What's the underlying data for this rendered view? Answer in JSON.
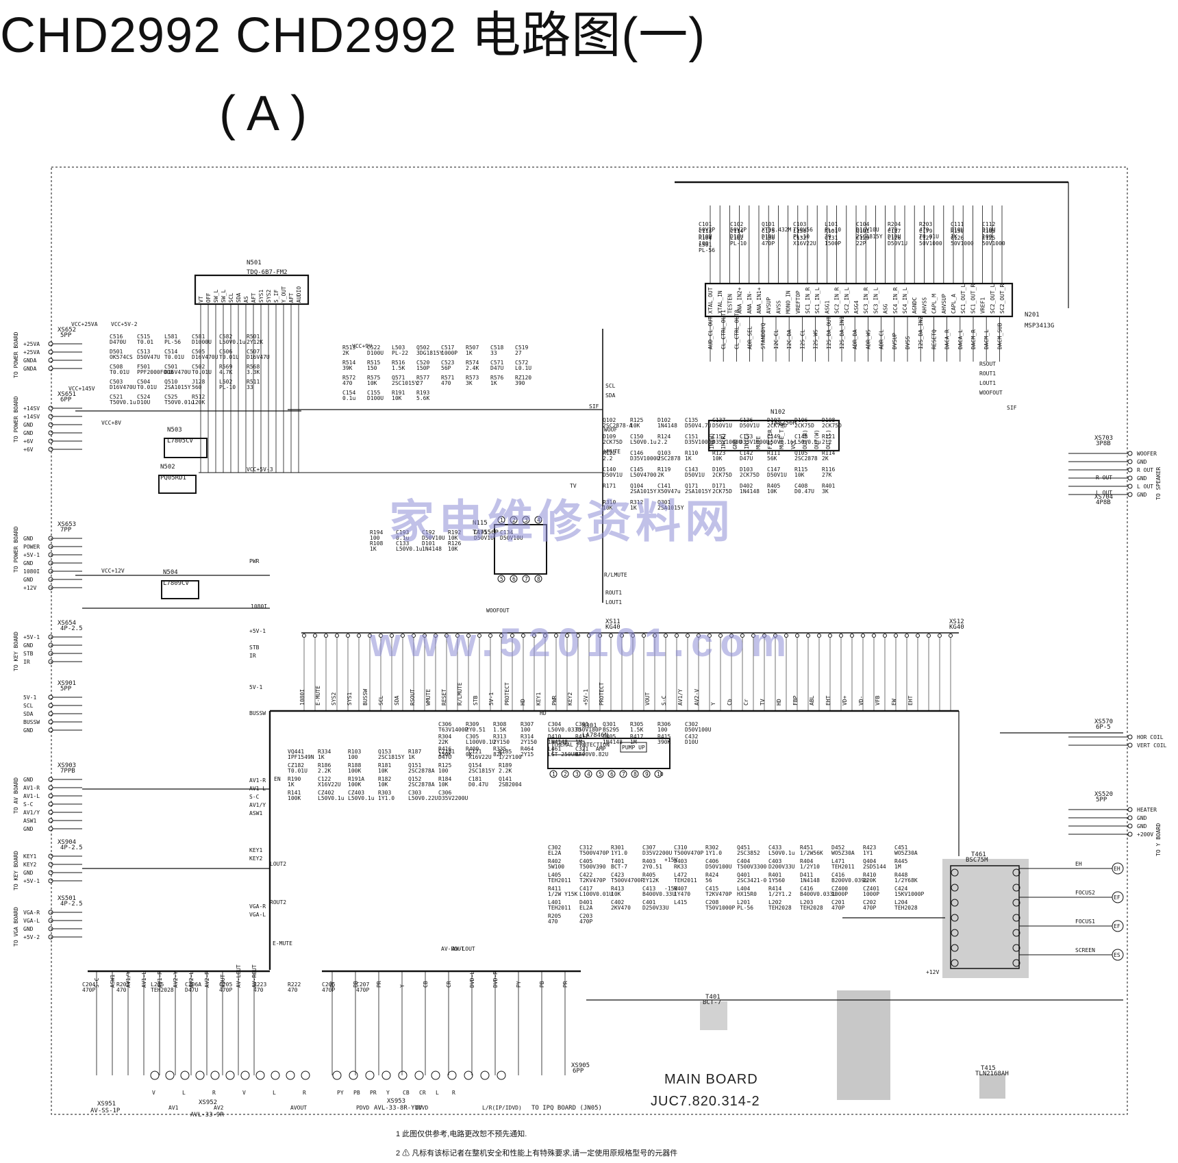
{
  "header": {
    "title": "CHD2992 CHD2992 电路图(一)",
    "subtitle": "( A )"
  },
  "board": {
    "name": "MAIN BOARD",
    "code": "JUC7.820.314-2"
  },
  "watermark": {
    "cn": "家电维修资料网",
    "url": "www.520101.com"
  },
  "ics": {
    "n501": {
      "ref": "N501",
      "part": "TDQ-6B7-FM2"
    },
    "n201": {
      "ref": "N201",
      "part": "MSP3413G"
    },
    "n102": {
      "ref": "N102",
      "part": "TA8256H"
    },
    "n503": {
      "ref": "N503",
      "part": "L7805CV"
    },
    "n502": {
      "ref": "N502",
      "part": "PQ05RD1"
    },
    "n504": {
      "ref": "N504",
      "part": "L7809CV"
    },
    "n115": {
      "ref": "N115",
      "part": "TA7556P"
    },
    "n301": {
      "ref": "N301",
      "part": "LA7846N"
    }
  },
  "connectors": {
    "left": [
      {
        "ref": "XS652",
        "pins": "5PP",
        "to": "TO POWER BOARD",
        "sig": [
          "+25VA",
          "+25VA",
          "GNDA",
          "GNDA"
        ]
      },
      {
        "ref": "XS651",
        "pins": "6PP",
        "to": "TO POWER BOARD",
        "sig": [
          "+14SV",
          "+14SV",
          "GND",
          "GND",
          "+6V",
          "+6V"
        ]
      },
      {
        "ref": "XS653",
        "pins": "7PP",
        "to": "TO POWER BOARD",
        "sig": [
          "GND",
          "POWER",
          "+5V-1",
          "GND",
          "1080I",
          "GND",
          "+12V"
        ]
      },
      {
        "ref": "XS654",
        "pins": "4P-2.5",
        "to": "TO KEY BOARD",
        "sig": [
          "+5V-1",
          "GND",
          "STB",
          "IR"
        ]
      },
      {
        "ref": "XS901",
        "pins": "5PP",
        "to": "",
        "sig": [
          "5V-1",
          "SCL",
          "SDA",
          "BUSSW",
          "GND"
        ]
      },
      {
        "ref": "XS903",
        "pins": "7PPB",
        "to": "TO AV BOARD",
        "sig": [
          "GND",
          "AV1-R",
          "AV1-L",
          "S-C",
          "AV1/Y",
          "ASW1",
          "GND"
        ]
      },
      {
        "ref": "XS904",
        "pins": "4P-2.5",
        "to": "TO KEY BOARD",
        "sig": [
          "KEY1",
          "KEY2",
          "GND",
          "+5V-1"
        ]
      },
      {
        "ref": "XS501",
        "pins": "4P-2.5",
        "to": "TO VGA BOARD",
        "sig": [
          "VGA-R",
          "VGA-L",
          "GND",
          "+5V-2"
        ]
      }
    ],
    "right": [
      {
        "ref": "XS703",
        "pins": "3P8B",
        "to": "TO SPEAKER",
        "sig": [
          "WOOFER",
          "GND",
          "R OUT",
          "GND",
          "L OUT",
          "GND"
        ]
      },
      {
        "ref": "XS704",
        "pins": "4P8B",
        "to": "",
        "sig": []
      },
      {
        "ref": "XS570",
        "pins": "6P-5",
        "to": "",
        "sig": [
          "HOR COIL",
          "VERT COIL"
        ]
      },
      {
        "ref": "XS520",
        "pins": "5PP",
        "to": "TO Y BOARD",
        "sig": [
          "HEATER",
          "GND",
          "GND",
          "+200V"
        ]
      }
    ],
    "xs11": {
      "ref": "XS11",
      "pins": "KG40"
    },
    "xs12": {
      "ref": "XS12",
      "pins": "KG40"
    }
  },
  "bus_left": [
    "1080I",
    "E-MUTE",
    "SYS2",
    "SYS1",
    "BUSSW",
    "SCL",
    "SDA",
    "RSOUT",
    "WMUTE",
    "RESET",
    "R/LMUTE",
    "STB",
    "5V-1",
    "PROTECT",
    "HD",
    "KEY1",
    "PWR",
    "KEY2",
    "+5V-1",
    "PROTECT"
  ],
  "bus_right": [
    "VOUT",
    "S-C",
    "AV1/Y",
    "AV2-V",
    "Y",
    "Cb",
    "Cr",
    "TV",
    "HD",
    "FBP",
    "ABL",
    "EHT",
    "VD+",
    "VD-",
    "VFB",
    "EW",
    "EHT"
  ],
  "outputs_bottom": {
    "xs951": {
      "ref": "XS951",
      "part": "AV-SS-1P"
    },
    "xs952": {
      "ref": "XS952",
      "part": "AVL-33-9R"
    },
    "xs953": {
      "ref": "XS953",
      "part": "AVL-33-8R-YUV"
    },
    "xs905": {
      "ref": "XS905",
      "pins": "6PP",
      "to": "TO IPQ BOARD (JN05)"
    },
    "groups": [
      "AV1",
      "AV2",
      "AVOUT",
      "PDVD",
      "IDVD",
      "L/R(IP/IDVD)"
    ],
    "pinnames": [
      "V",
      "L",
      "R",
      "V",
      "L",
      "R",
      "PY",
      "PB",
      "PR",
      "Y",
      "CB",
      "CR",
      "L",
      "R"
    ],
    "lines_left": [
      "S-C",
      "ASW1",
      "AV1/Y",
      "AV1-L",
      "AV1-R",
      "AV2-Y",
      "AV2-L",
      "AV2-R",
      "VOUT",
      "AV-LOUT",
      "AV-ROUT"
    ],
    "lines_right": [
      "PY",
      "PB",
      "PR",
      "Y",
      "CB",
      "CR",
      "DVD-L",
      "DVD-R",
      "PY",
      "PB",
      "PR"
    ]
  },
  "transformers": {
    "t461": {
      "ref": "T461",
      "part": "BSC75M"
    },
    "t401": {
      "ref": "T401",
      "part": "BCT-7"
    },
    "t415": {
      "ref": "T415",
      "part": "TLN2168AH"
    },
    "pins": [
      "EH",
      "FOCUS2",
      "FOCUS1",
      "SCREEN"
    ],
    "labels": [
      "EH",
      "EF",
      "EF",
      "ES"
    ]
  },
  "components": [
    "C101 50V2P",
    "C102 50V2P",
    "Q101 XT18.432M",
    "C103 T50V56",
    "L101 PL-10",
    "C104 D16V10U",
    "R204 470",
    "R203 470",
    "C111 D10U",
    "C112 D10U",
    "C113 D10U",
    "C114 D10U",
    "C175 D10U",
    "L150 PL-10",
    "R101 39",
    "Q101 2SC1815Y",
    "C117 D10U",
    "C179 T0.01U",
    "R150 1K",
    "R105 100",
    "R104 100",
    "L102 PL-10",
    "C130 470P",
    "C132 X16V22U",
    "C131 1500P",
    "C129 22P",
    "C126 D50V1U",
    "C127 50V1000",
    "C126 50V1000",
    "C125 50V1000",
    "L501 PL-56",
    "C516 D470U",
    "C515 T0.01",
    "L581 PL-56",
    "C581 D1000U",
    "C582 L50V0.1u",
    "R501 2Y12K",
    "D501 OK574CS",
    "C513 D50V47U",
    "C514 T0.01U",
    "C505 D16V470U",
    "C506 T0.01U",
    "C507 D16V47U",
    "C508 T0.01U",
    "F501 PPF2000F008",
    "C501 D16V470U",
    "C502 T0.01U",
    "R569 4.7K",
    "R568 3.3K",
    "C503 D16V470U",
    "C504 T0.01U",
    "Q510 2SA1015Y",
    "J128 560",
    "L502 PL-10",
    "R511 33",
    "C521 T50V0.1u",
    "C524 D10U",
    "C525 T50V0.01u",
    "R512 120K",
    "R513 2K",
    "C522 D100U",
    "L503 PL-22",
    "Q502 3DG1815Y",
    "C517 1000P",
    "R507 1K",
    "C518 33",
    "C519 27",
    "R514 39K",
    "R515 150",
    "R516 1.5K",
    "C520 150P",
    "C523 56P",
    "R574 2.4K",
    "C571 D47U",
    "C572 L0.1U",
    "R572 470",
    "R575 10K",
    "Q571 2SC1015Y",
    "R577 27",
    "R571 470",
    "R573 3K",
    "R576 1K",
    "RZ120 390",
    "C154 0.1u",
    "C155 D100U",
    "R191 10K",
    "R193 5.6K",
    "R194 100",
    "C193 0.1u",
    "C192 D50V10U",
    "R192 10K",
    "C191 D50V1U",
    "C134 D50V10U",
    "R108 1K",
    "C133 L50V0.1u",
    "D101 1N4148",
    "R126 10K",
    "Q102 2SC2878-A",
    "R125 10K",
    "D102 1N4148",
    "C135 D50V4.7U",
    "C137 D50V1U",
    "C136 D50V1U",
    "D107 2CK75D",
    "D106 2CK75D",
    "D108 2CK75D",
    "D109 2CK75D",
    "C150 L50V0.1u",
    "R124 2.2",
    "C151 D35V1000U",
    "C152 D35V1000U",
    "C153 D35V1000U",
    "C149 L50V0.1u",
    "C148 L50V0.1u",
    "R121 2.2",
    "R122 2.2",
    "C146 D35V1000U",
    "Q103 2SC2878",
    "R110 1K",
    "R123 10K",
    "C142 D47U",
    "R111 56K",
    "Q105 2SC2878",
    "R114 2K",
    "C140 D50V1U",
    "C145 L50V4700",
    "R119 2K",
    "C143 D50V1U",
    "D105 2CK75D",
    "D103 2CK75D",
    "C147 D50V1U",
    "R115 10K",
    "R116 27K",
    "R171",
    "Q104 2SA1015Y",
    "C141 X50V47u",
    "Q171 2SA1015Y",
    "D171 2CK75D",
    "D402 1N4148",
    "R405 10K",
    "C408 D0.47U",
    "R401 3K",
    "R310 10K",
    "R312 1K",
    "Q301 2SA1015Y",
    "C306 T63V1400P",
    "R309 2Y0.51",
    "R308 1.5K",
    "R307 100",
    "C304 L50V0.033U",
    "C301 T50V180P",
    "Q301 BS295",
    "R305 1.5K",
    "R306 100",
    "C302 D50V100U",
    "R304 22K",
    "C305 L100V0.1U",
    "R313 2Y150",
    "R314 2Y150",
    "D410 1N4148",
    "R412 1M",
    "D405 1N4148",
    "R417 1M",
    "R415 390K",
    "C432 D10U",
    "R416 150K",
    "R409 0K",
    "R335 82K",
    "R464 2Y15",
    "L461 LGT-250UHJ",
    "C321 B400V0.82U",
    "VQ441 IPF1549N",
    "R334 1K",
    "R103 100",
    "Q153 2SC1815Y",
    "R187 1K",
    "CZ181 D47U",
    "C121 X16V22U",
    "R185 1/2Y100",
    "CZ182 T0.01U",
    "R186 2.2K",
    "R188 100K",
    "R181 10K",
    "Q151 2SC2878A",
    "R125 100",
    "Q154 2SC1815Y",
    "R189 2.2K",
    "R190 1K",
    "C122 X16V22U",
    "R191A 100K",
    "R182 10K",
    "Q152 2SC2878A",
    "R184 10K",
    "C181 D0.47U",
    "Q141 2SB2004",
    "R141 100K",
    "CZ402 L50V0.1u",
    "CZ403 L50V0.1u",
    "R303 1Y1.0",
    "C303 L50V0.22U",
    "C306 D35V2200U",
    "C302 EL2A",
    "C312 T500V470P",
    "R301 1Y1.0",
    "C307 D35V2200U",
    "C310 T500V470P",
    "R302 1Y1.0",
    "Q451 2SC3852",
    "C433 L50V0.1u",
    "R451 1/2W56K",
    "D452 WO5Z30A",
    "R423 1Y1",
    "C451 WO5Z30A",
    "R402 5W100",
    "C405 T500V390",
    "T401 BCT-7",
    "R403 2Y0.51",
    "D403 RK33",
    "C406 D50V100U",
    "C404 T500V3300",
    "C403 D200V33U",
    "R404 1/2Y10",
    "L471 TEH2011",
    "Q404 2SD5144",
    "R445 1M",
    "L405 TEH2011",
    "C422 T2KV470P",
    "C423 T500V4700P",
    "R405 2Y12K",
    "L472 TEH2011",
    "R424 56",
    "Q401 2SC3421-0",
    "R401 1Y560",
    "D411 1N4148",
    "C416 B200V0.039U",
    "R410 220K",
    "R448 1/2Y68K",
    "R411 1/2W Y15K",
    "C417 L100V0.01U",
    "R413 10K",
    "C413 B400V0.33U",
    "R407 1Y470",
    "C415 T2KV470P",
    "L404 HX15R0",
    "R414 1/2Y1.2",
    "C416 B400V0.033U",
    "CZ400 1000P",
    "CZ401 1000P",
    "C424 15KV1000P",
    "L401 TEH2011",
    "D401 EL2A",
    "C402 2KV470",
    "C401 D250V33U",
    "L415",
    "C208 T50V1000P",
    "L201 PL-56",
    "L202 TEH2028",
    "L203 TEH2028",
    "C201 470P",
    "C202 470P",
    "L204 TEH2028",
    "R205 470",
    "C203 470P",
    "C204 470P",
    "R207 470",
    "L205 TEH2028",
    "C206A D47U",
    "C205 470P",
    "R223 470",
    "R222 470",
    "C206 470P",
    "C207 470P"
  ],
  "n501_pins": [
    "VT",
    "OFF",
    "SW_L",
    "SW_L",
    "SCL",
    "SDA",
    "AS",
    "AFT",
    "SYS1",
    "SYS2",
    "S_IF",
    "Y_OUT",
    "AFT",
    "AUDIO"
  ],
  "n201_top_pins": [
    "XTAL_OUT",
    "XTAL_IN",
    "TESTEN",
    "ANA_IN2+",
    "ANA_IN-",
    "ANA_IN1+",
    "AVSUP",
    "AVSS",
    "MONO_IN",
    "VREFTOP",
    "SC1_IN_R",
    "SC1_IN_L",
    "ASG1",
    "SC2_IN_R",
    "SC2_IN_L",
    "ASG4",
    "SC3_IN_R",
    "SC3_IN_L",
    "ASG",
    "SC4_IN_R",
    "SC4_IN_L",
    "AGNDC",
    "AHVSS",
    "CAPL_M",
    "AHVSUP",
    "CAPL_A",
    "SC1_OUT_L",
    "SC1_OUT_R",
    "VREF1",
    "SC2_OUT_L",
    "SC2_OUT_R"
  ],
  "n201_bot_pins": [
    "AUD_CL_OUT",
    "CL_CTRL_OUT1",
    "CL_CTRL_OUT0",
    "ADR_SEL",
    "STANDBYQ",
    "I2C_CL",
    "I2C_DA",
    "I2S_CL",
    "I2S_WS",
    "I2S_DA_OUT",
    "I2S_DA_IN1",
    "ADR_DA",
    "ADR_WS",
    "ADR_CL",
    "DVSUP",
    "DVSS",
    "I2S_DA_IN2",
    "RESETQ",
    "DACA_R",
    "DACA_L",
    "DACM_R",
    "DACM_L",
    "DACM_SUB"
  ],
  "n102_pins": [
    "IN(W)",
    "IN(R)",
    "GND",
    "IN(L)",
    "MUTE",
    "FILTER",
    "MUTE_T.C",
    "VCC",
    "OUT(R)",
    "OUT(W)",
    "OUT(L)"
  ],
  "n301_blocks": [
    "THEMAL PROTECTION",
    "AMP",
    "PUMP UP"
  ],
  "n115_pins": [
    "1",
    "2",
    "3",
    "4",
    "5",
    "6",
    "7",
    "8"
  ],
  "n301_pins": [
    "1",
    "2",
    "3",
    "4",
    "5",
    "6",
    "7",
    "8",
    "9",
    "10"
  ],
  "misc_labels": {
    "sif": "SIF",
    "scl": "SCL",
    "sda": "SDA",
    "woof": "WOOF",
    "wmute": "WMUTE",
    "tv": "TV",
    "rsout": "RSOUT",
    "rout1": "ROUT1",
    "lout1": "LOUT1",
    "woofout": "WOOFOUT",
    "rlmute": "R/LMUTE",
    "rout1b": "ROUT1",
    "lout1b": "LOUT1",
    "pwr": "PWR",
    "n1080": "1080I",
    "lout2": "LOUT2",
    "rout2": "ROUT2",
    "emute": "E-MUTE",
    "en": "EN",
    "hd": "HD",
    "sif2": "SIF",
    "plus15": "+15V",
    "minus15": "-15V",
    "plus12": "+12V",
    "vcc25va": "VCC+25VA",
    "vcc5v2": "VCC+5V-2",
    "vcc9v": "VCC+9V",
    "vcc12v": "VCC+12V",
    "vcc145v": "VCC+145V",
    "vcc5v3": "VCC+5V-3",
    "vcc8v": "VCC+8V",
    "woofout2": "WOOFOUT",
    "avrout": "AV-ROUT",
    "avlout": "AV-LOUT",
    "vgar": "VGA-R",
    "vgal": "VGA-L",
    "key1": "KEY1",
    "key2": "KEY2",
    "av1r": "AV1-R",
    "av1l": "AV1-L",
    "sc": "S-C",
    "av1y": "AV1/Y",
    "asw1": "ASW1",
    "plus5v1": "+5V-1",
    "stb": "STB",
    "ir": "IR",
    "bussw": "BUSSW",
    "v5_1": "5V-1",
    "rout": "R OUT",
    "lout": "L OUT"
  },
  "notes": [
    "1 此图仅供参考,电路更改恕不预先通知.",
    "2 ⚠ 凡标有该标记者在整机安全和性能上有特殊要求,请一定使用原规格型号的元器件"
  ]
}
